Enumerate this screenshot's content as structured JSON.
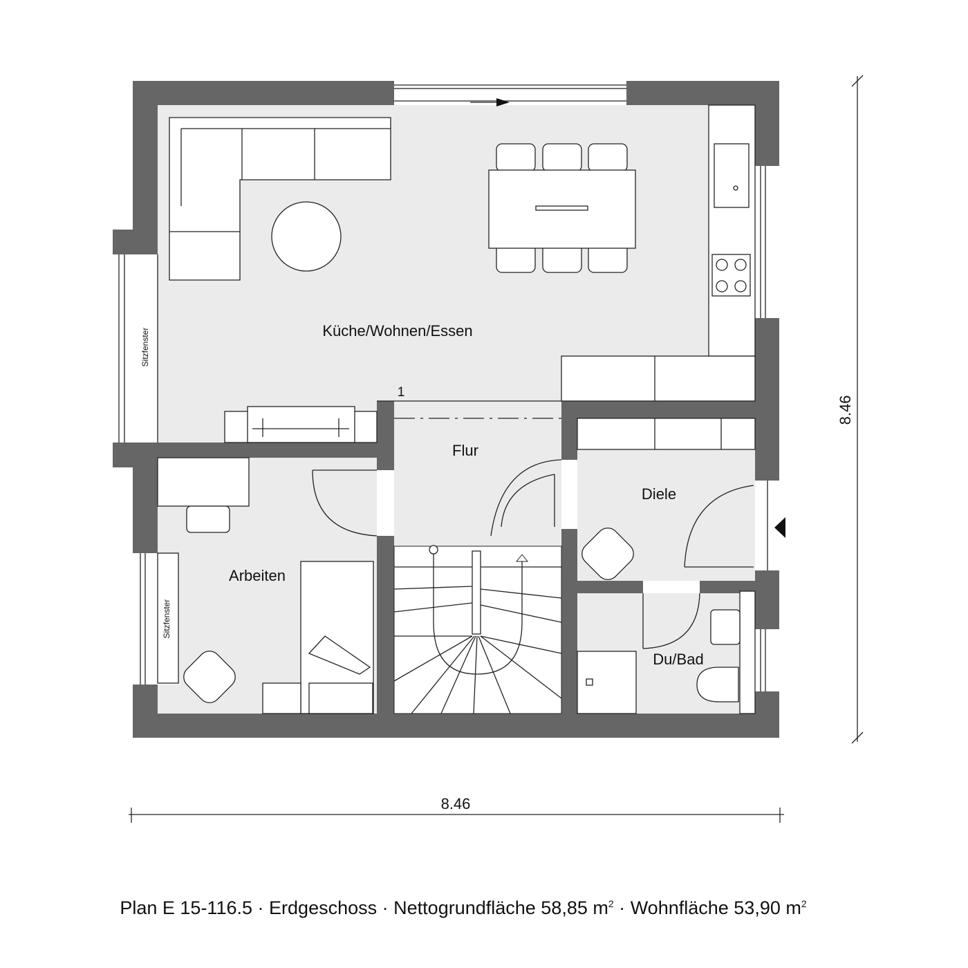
{
  "rooms": {
    "living": "Küche/Wohnen/Essen",
    "hall": "Flur",
    "foyer": "Diele",
    "study": "Arbeiten",
    "bath": "Du/Bad"
  },
  "window_labels": {
    "seat_window_1": "Sitzfenster",
    "seat_window_2": "Sitzfenster"
  },
  "section_marker": "1",
  "dimensions": {
    "width": "8.46",
    "depth": "8.46"
  },
  "caption": {
    "plan": "Plan E 15-116.5",
    "floor": "Erdgeschoss",
    "net_area_label": "Nettogrundfläche 58,85 m",
    "living_area_label": "Wohnfläche 53,90 m",
    "separator": "·",
    "superscript": "2"
  },
  "colors": {
    "wall": "#666666",
    "floor": "#ebebeb"
  }
}
